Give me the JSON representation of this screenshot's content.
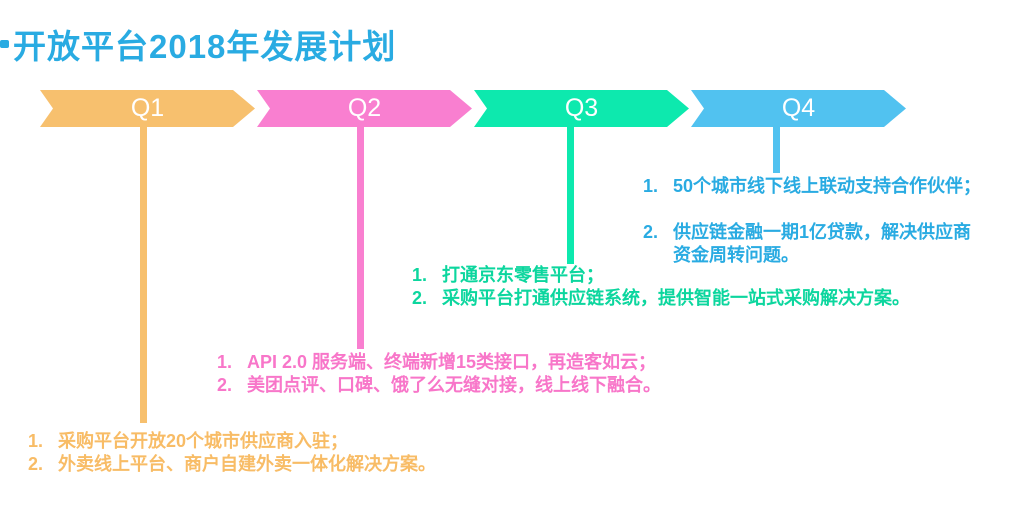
{
  "title": {
    "text": "开放平台2018年发展计划",
    "color": "#29ABE2"
  },
  "quarters": [
    {
      "label": "Q1",
      "color": "#F7C06E",
      "text_color": "#F8BC66",
      "items": [
        {
          "num": "1.",
          "text": "采购平台开放20个城市供应商入驻；"
        },
        {
          "num": "2.",
          "text": "外卖线上平台、商户自建外卖一体化解决方案。"
        }
      ]
    },
    {
      "label": "Q2",
      "color": "#F97FD0",
      "text_color": "#F876C9",
      "items": [
        {
          "num": "1.",
          "text": "API 2.0 服务端、终端新增15类接口，再造客如云；"
        },
        {
          "num": "2.",
          "text": "美团点评、口碑、饿了么无缝对接，线上线下融合。"
        }
      ]
    },
    {
      "label": "Q3",
      "color": "#0DE9AE",
      "text_color": "#0CD69E",
      "items": [
        {
          "num": "1.",
          "text": "打通京东零售平台；"
        },
        {
          "num": "2.",
          "text": "采购平台打通供应链系统，提供智能一站式采购解决方案。"
        }
      ]
    },
    {
      "label": "Q4",
      "color": "#51C2F0",
      "text_color": "#29ABE2",
      "items": [
        {
          "num": "1.",
          "text": "50个城市线下线上联动支持合作伙伴；"
        },
        {
          "num": "2.",
          "text": "供应链金融一期1亿贷款，解决供应商资金周转问题。"
        }
      ]
    }
  ]
}
